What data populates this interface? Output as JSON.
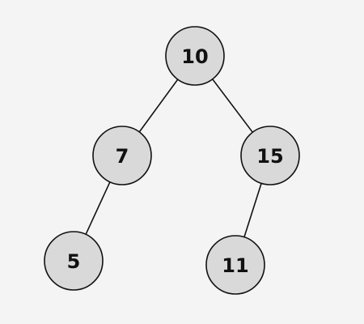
{
  "tree": {
    "root": "10",
    "nodes": [
      {
        "id": "10",
        "label": "10",
        "children": [
          "7",
          "15"
        ]
      },
      {
        "id": "7",
        "label": "7",
        "children": [
          "5"
        ]
      },
      {
        "id": "15",
        "label": "15",
        "children": [
          "11"
        ]
      },
      {
        "id": "5",
        "label": "5",
        "children": []
      },
      {
        "id": "11",
        "label": "11",
        "children": []
      }
    ],
    "colors": {
      "background": "#f4f4f4",
      "node_fill": "#d9d9d9",
      "stroke": "#111111",
      "text": "#111111"
    }
  }
}
